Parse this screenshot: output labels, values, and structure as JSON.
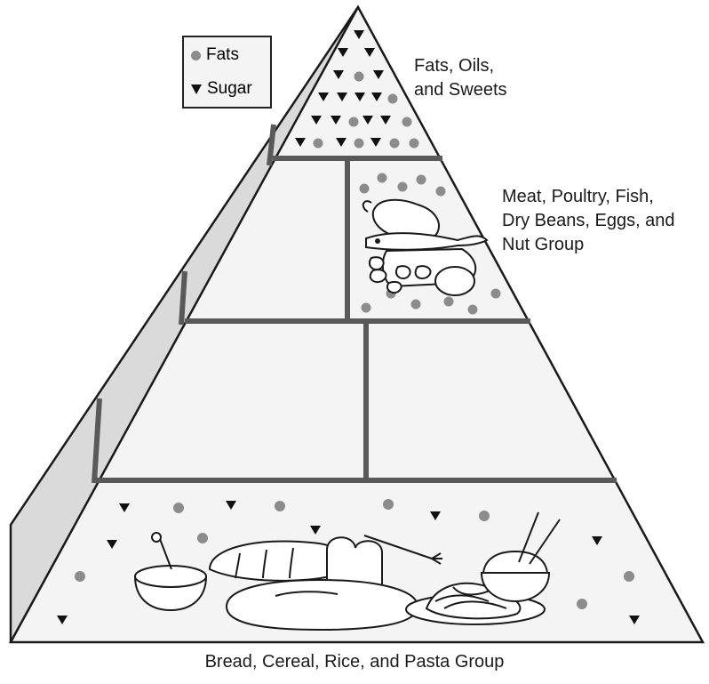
{
  "legend": {
    "fats_label": "Fats",
    "sugar_label": "Sugar",
    "fats_icon": "gray-dot",
    "sugar_icon": "black-down-triangle"
  },
  "tiers": {
    "top": "Fats, Oils,\nand Sweets",
    "meat": "Meat, Poultry, Fish,\nDry Beans, Eggs, and\nNut Group",
    "base": "Bread, Cereal, Rice, and Pasta Group"
  },
  "colors": {
    "outline": "#1a1a1a",
    "face": "#f4f4f4",
    "side": "#dadada",
    "divider": "#595959",
    "fat_dot": "#8c8c8c"
  }
}
